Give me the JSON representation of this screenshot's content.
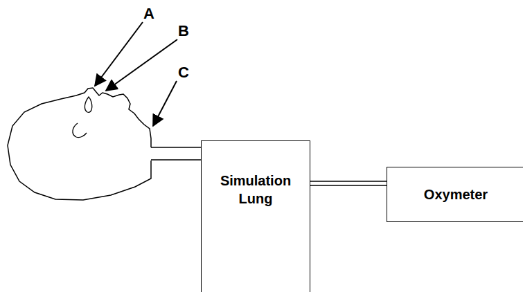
{
  "diagram": {
    "nodes": [
      {
        "text": [
          "Simulation Lung"
        ]
      },
      {
        "text": [
          "Oxymeter"
        ]
      }
    ],
    "edges": [
      {
        "from": 0,
        "to": 1,
        "arrow": "none"
      }
    ],
    "labels": [
      "A",
      "B",
      "C"
    ]
  }
}
